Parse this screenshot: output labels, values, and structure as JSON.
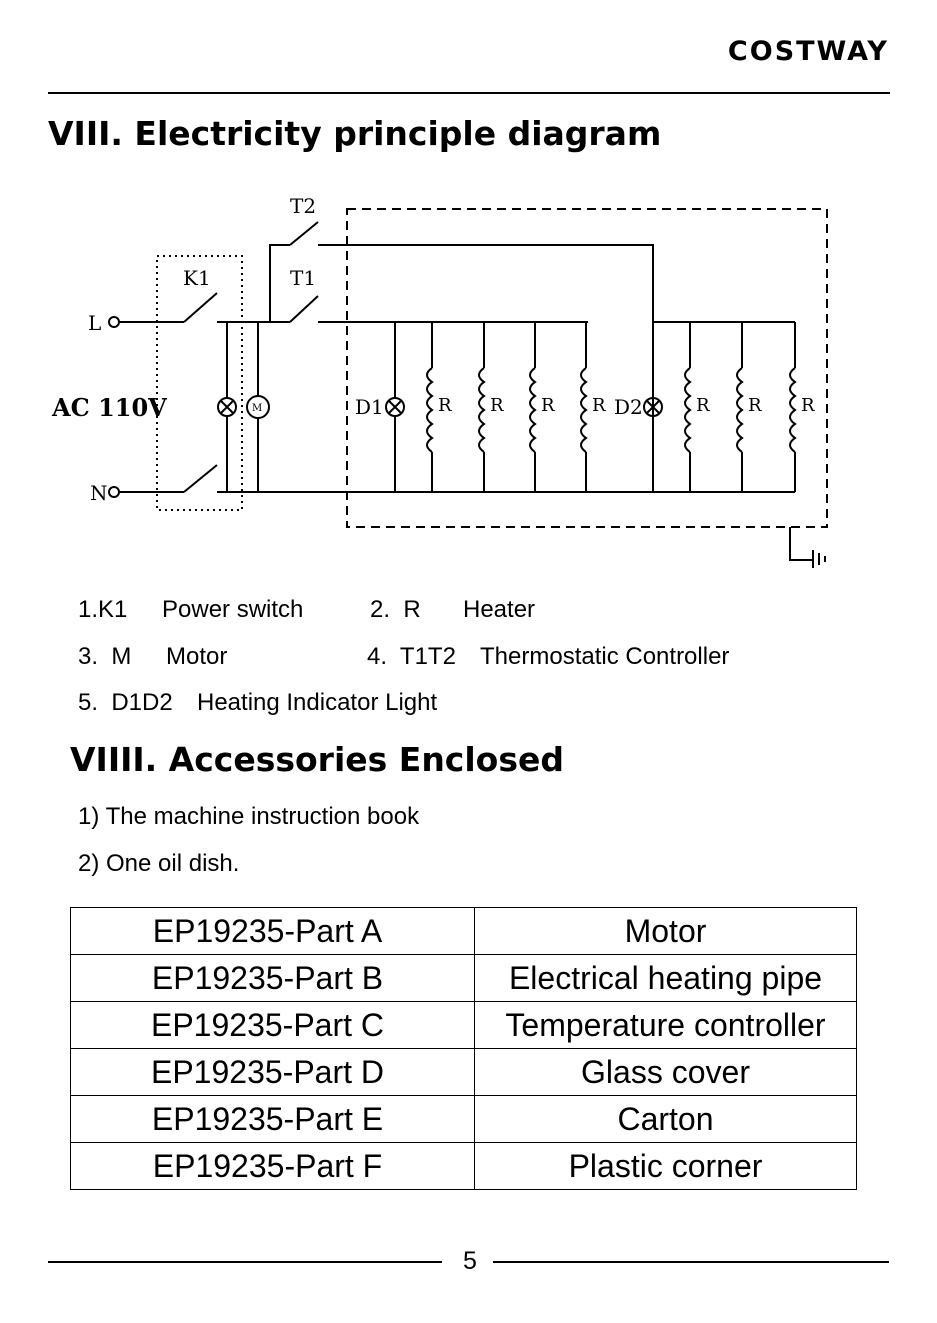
{
  "header": {
    "brand": "COSTWAY"
  },
  "sections": {
    "electricity_title": "VIII. Electricity principle diagram",
    "accessories_title": "VIIII. Accessories Enclosed"
  },
  "diagram": {
    "labels": {
      "t2": "T2",
      "t1": "T1",
      "k1": "K1",
      "l": "L",
      "n": "N",
      "ac": "AC 110V",
      "d1": "D1",
      "d2": "D2",
      "r": "R",
      "m": "M"
    }
  },
  "legend": [
    {
      "num": "1.K1",
      "desc": "Power switch"
    },
    {
      "num": "2.  R",
      "desc": "Heater"
    },
    {
      "num": "3.  M",
      "desc": "Motor"
    },
    {
      "num": "4.  T1T2",
      "desc": "Thermostatic Controller"
    },
    {
      "num": "5.  D1D2",
      "desc": "Heating Indicator Light"
    }
  ],
  "accessories": [
    "1) The machine instruction book",
    "2) One oil dish."
  ],
  "parts_table": [
    {
      "part": "EP19235-Part A",
      "name": "Motor"
    },
    {
      "part": "EP19235-Part B",
      "name": "Electrical heating pipe"
    },
    {
      "part": "EP19235-Part C",
      "name": "Temperature controller"
    },
    {
      "part": "EP19235-Part D",
      "name": "Glass cover"
    },
    {
      "part": "EP19235-Part E",
      "name": "Carton"
    },
    {
      "part": "EP19235-Part F",
      "name": "Plastic corner"
    }
  ],
  "footer": {
    "page_number": "5"
  }
}
